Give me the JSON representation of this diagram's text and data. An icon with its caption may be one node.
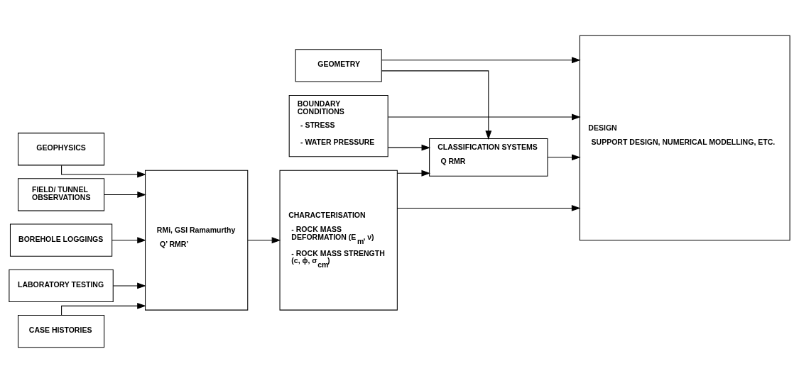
{
  "diagram": {
    "nodes": [
      {
        "text": [
          "GEOPHYSICS"
        ]
      },
      {
        "text": [
          "FIELD/ TUNNEL OBSERVATIONS"
        ]
      },
      {
        "text": [
          "BOREHOLE LOGGINGS"
        ]
      },
      {
        "text": [
          "LABORATORY TESTING"
        ]
      },
      {
        "text": [
          "CASE HISTORIES"
        ]
      },
      {
        "text": [
          "RMi, GSI Ramamurthy",
          "Q’ RMR’"
        ]
      },
      {
        "text": [
          "GEOMETRY"
        ]
      },
      {
        "text": [
          "BOUNDARY CONDITIONS",
          "- STRESS",
          "- WATER PRESSURE"
        ]
      },
      {
        "text": [
          "CHARACTERISATION",
          "- ROCK MASS DEFORMATION (E$_{m}$, ν)",
          "- ROCK MASS STRENGTH (c, ϕ, σ$_{cm}$)"
        ]
      },
      {
        "text": [
          "CLASSIFICATION SYSTEMS",
          "Q RMR"
        ]
      },
      {
        "text": [
          "DESIGN",
          "SUPPORT DESIGN, NUMERICAL MODELLING, ETC."
        ]
      }
    ],
    "edges": [
      {
        "from": 0,
        "to": 5,
        "arrow": "to"
      },
      {
        "from": 1,
        "to": 5,
        "arrow": "to"
      },
      {
        "from": 2,
        "to": 5,
        "arrow": "to"
      },
      {
        "from": 3,
        "to": 5,
        "arrow": "to"
      },
      {
        "from": 4,
        "to": 5,
        "arrow": "to"
      },
      {
        "from": 5,
        "to": 8,
        "arrow": "to"
      },
      {
        "from": 6,
        "to": 10,
        "arrow": "to"
      },
      {
        "from": 7,
        "to": 10,
        "arrow": "to"
      },
      {
        "from": 8,
        "to": 10,
        "arrow": "to"
      },
      {
        "from": 6,
        "to": 9,
        "arrow": "to"
      },
      {
        "from": 7,
        "to": 9,
        "arrow": "to"
      },
      {
        "from": 8,
        "to": 9,
        "arrow": "to"
      },
      {
        "from": 9,
        "to": 10,
        "arrow": "to"
      }
    ]
  }
}
